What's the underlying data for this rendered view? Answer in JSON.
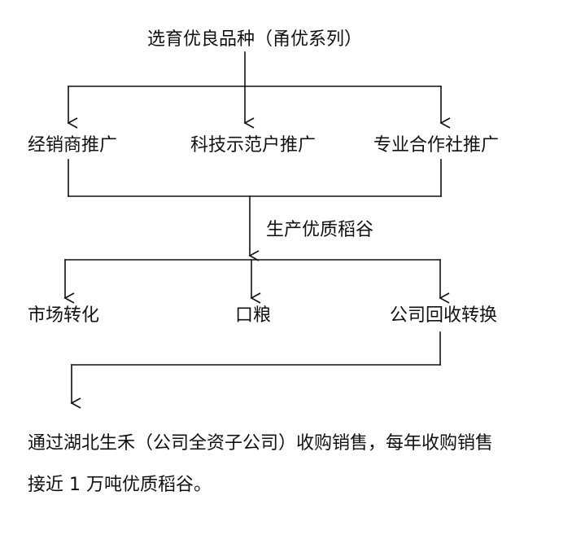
{
  "nodes": {
    "top": "选育优良品种（甬优系列）",
    "dealer": "经销商推广",
    "demo": "科技示范户推广",
    "coop": "专业合作社推广",
    "middle": "生产优质稻谷",
    "market": "市场转化",
    "ration": "口粮",
    "company": "公司回收转换"
  },
  "paragraph": {
    "line1": "通过湖北生禾（公司全资子公司）收购销售，每年收购销售",
    "line2": "接近 1 万吨优质稻谷。"
  },
  "colors": {
    "line": "#111111",
    "text": "#111111",
    "background": "#ffffff"
  }
}
